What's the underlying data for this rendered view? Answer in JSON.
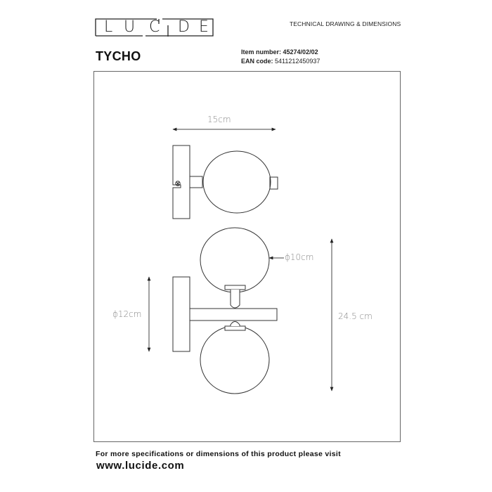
{
  "header": {
    "brand_letters": [
      "L",
      "U",
      "C",
      "I",
      "D",
      "E"
    ],
    "document_type": "TECHNICAL DRAWING & DIMENSIONS",
    "product_name": "TYCHO",
    "item_number_label": "Item number:",
    "item_number": "45274/02/02",
    "ean_label": "EAN code:",
    "ean_code": "5411212450937"
  },
  "drawing": {
    "top_view": {
      "width_label": "15cm",
      "icons": [
        "screw-icon"
      ]
    },
    "front_view": {
      "globe_diameter_label": "ϕ10cm",
      "base_diameter_label": "ϕ12cm",
      "height_label": "24.5 cm"
    },
    "colors": {
      "line": "#333333",
      "dimension_text": "#888888",
      "frame": "#666666"
    }
  },
  "footer": {
    "info_text": "For more specifications or dimensions of this product please visit",
    "url": "www.lucide.com"
  }
}
